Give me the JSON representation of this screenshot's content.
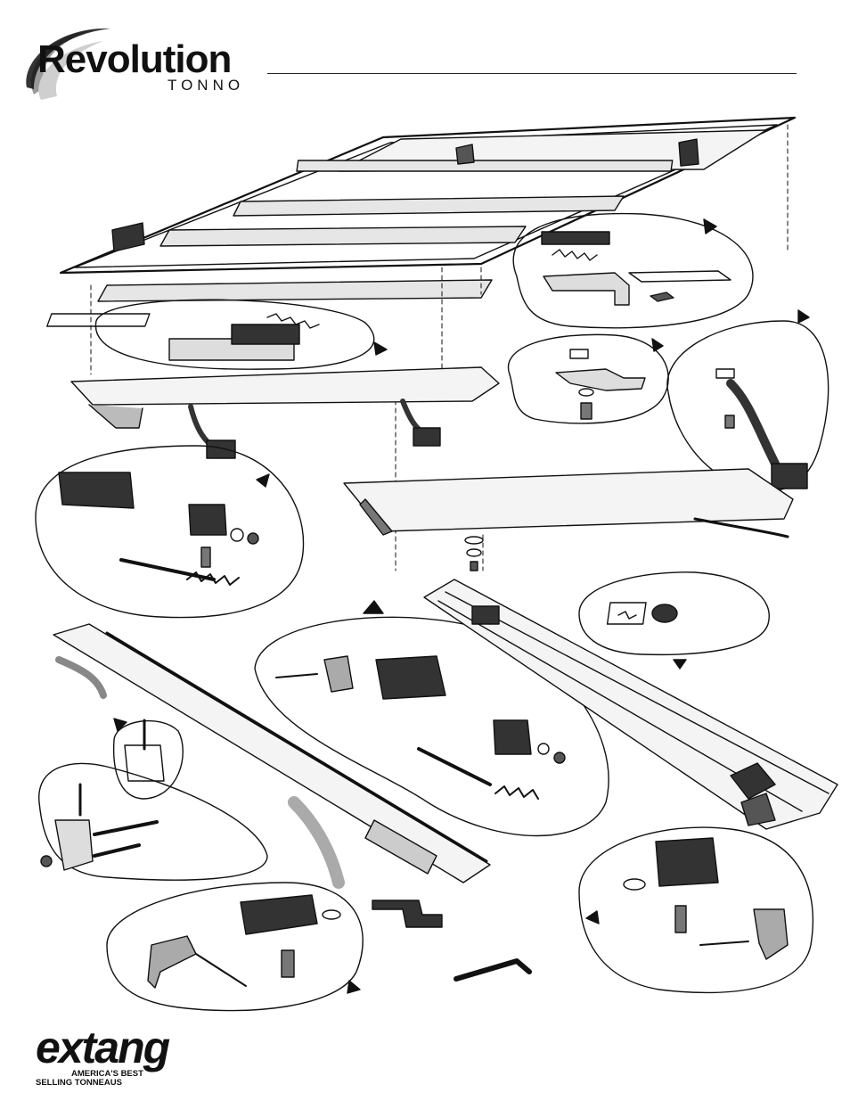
{
  "header": {
    "brand_name": "Revolution",
    "brand_sub": "TONNO"
  },
  "footer": {
    "maker_name": "extang",
    "tagline_line1": "AMERICA'S BEST",
    "tagline_line2": "SELLING TONNEAUS"
  },
  "colors": {
    "ink": "#111111",
    "paper": "#ffffff",
    "logo_swoosh": "#9a9a9a"
  },
  "icons": [
    "revolution-swoosh-icon",
    "pointer-arrow-icon",
    "hex-key-icon"
  ]
}
